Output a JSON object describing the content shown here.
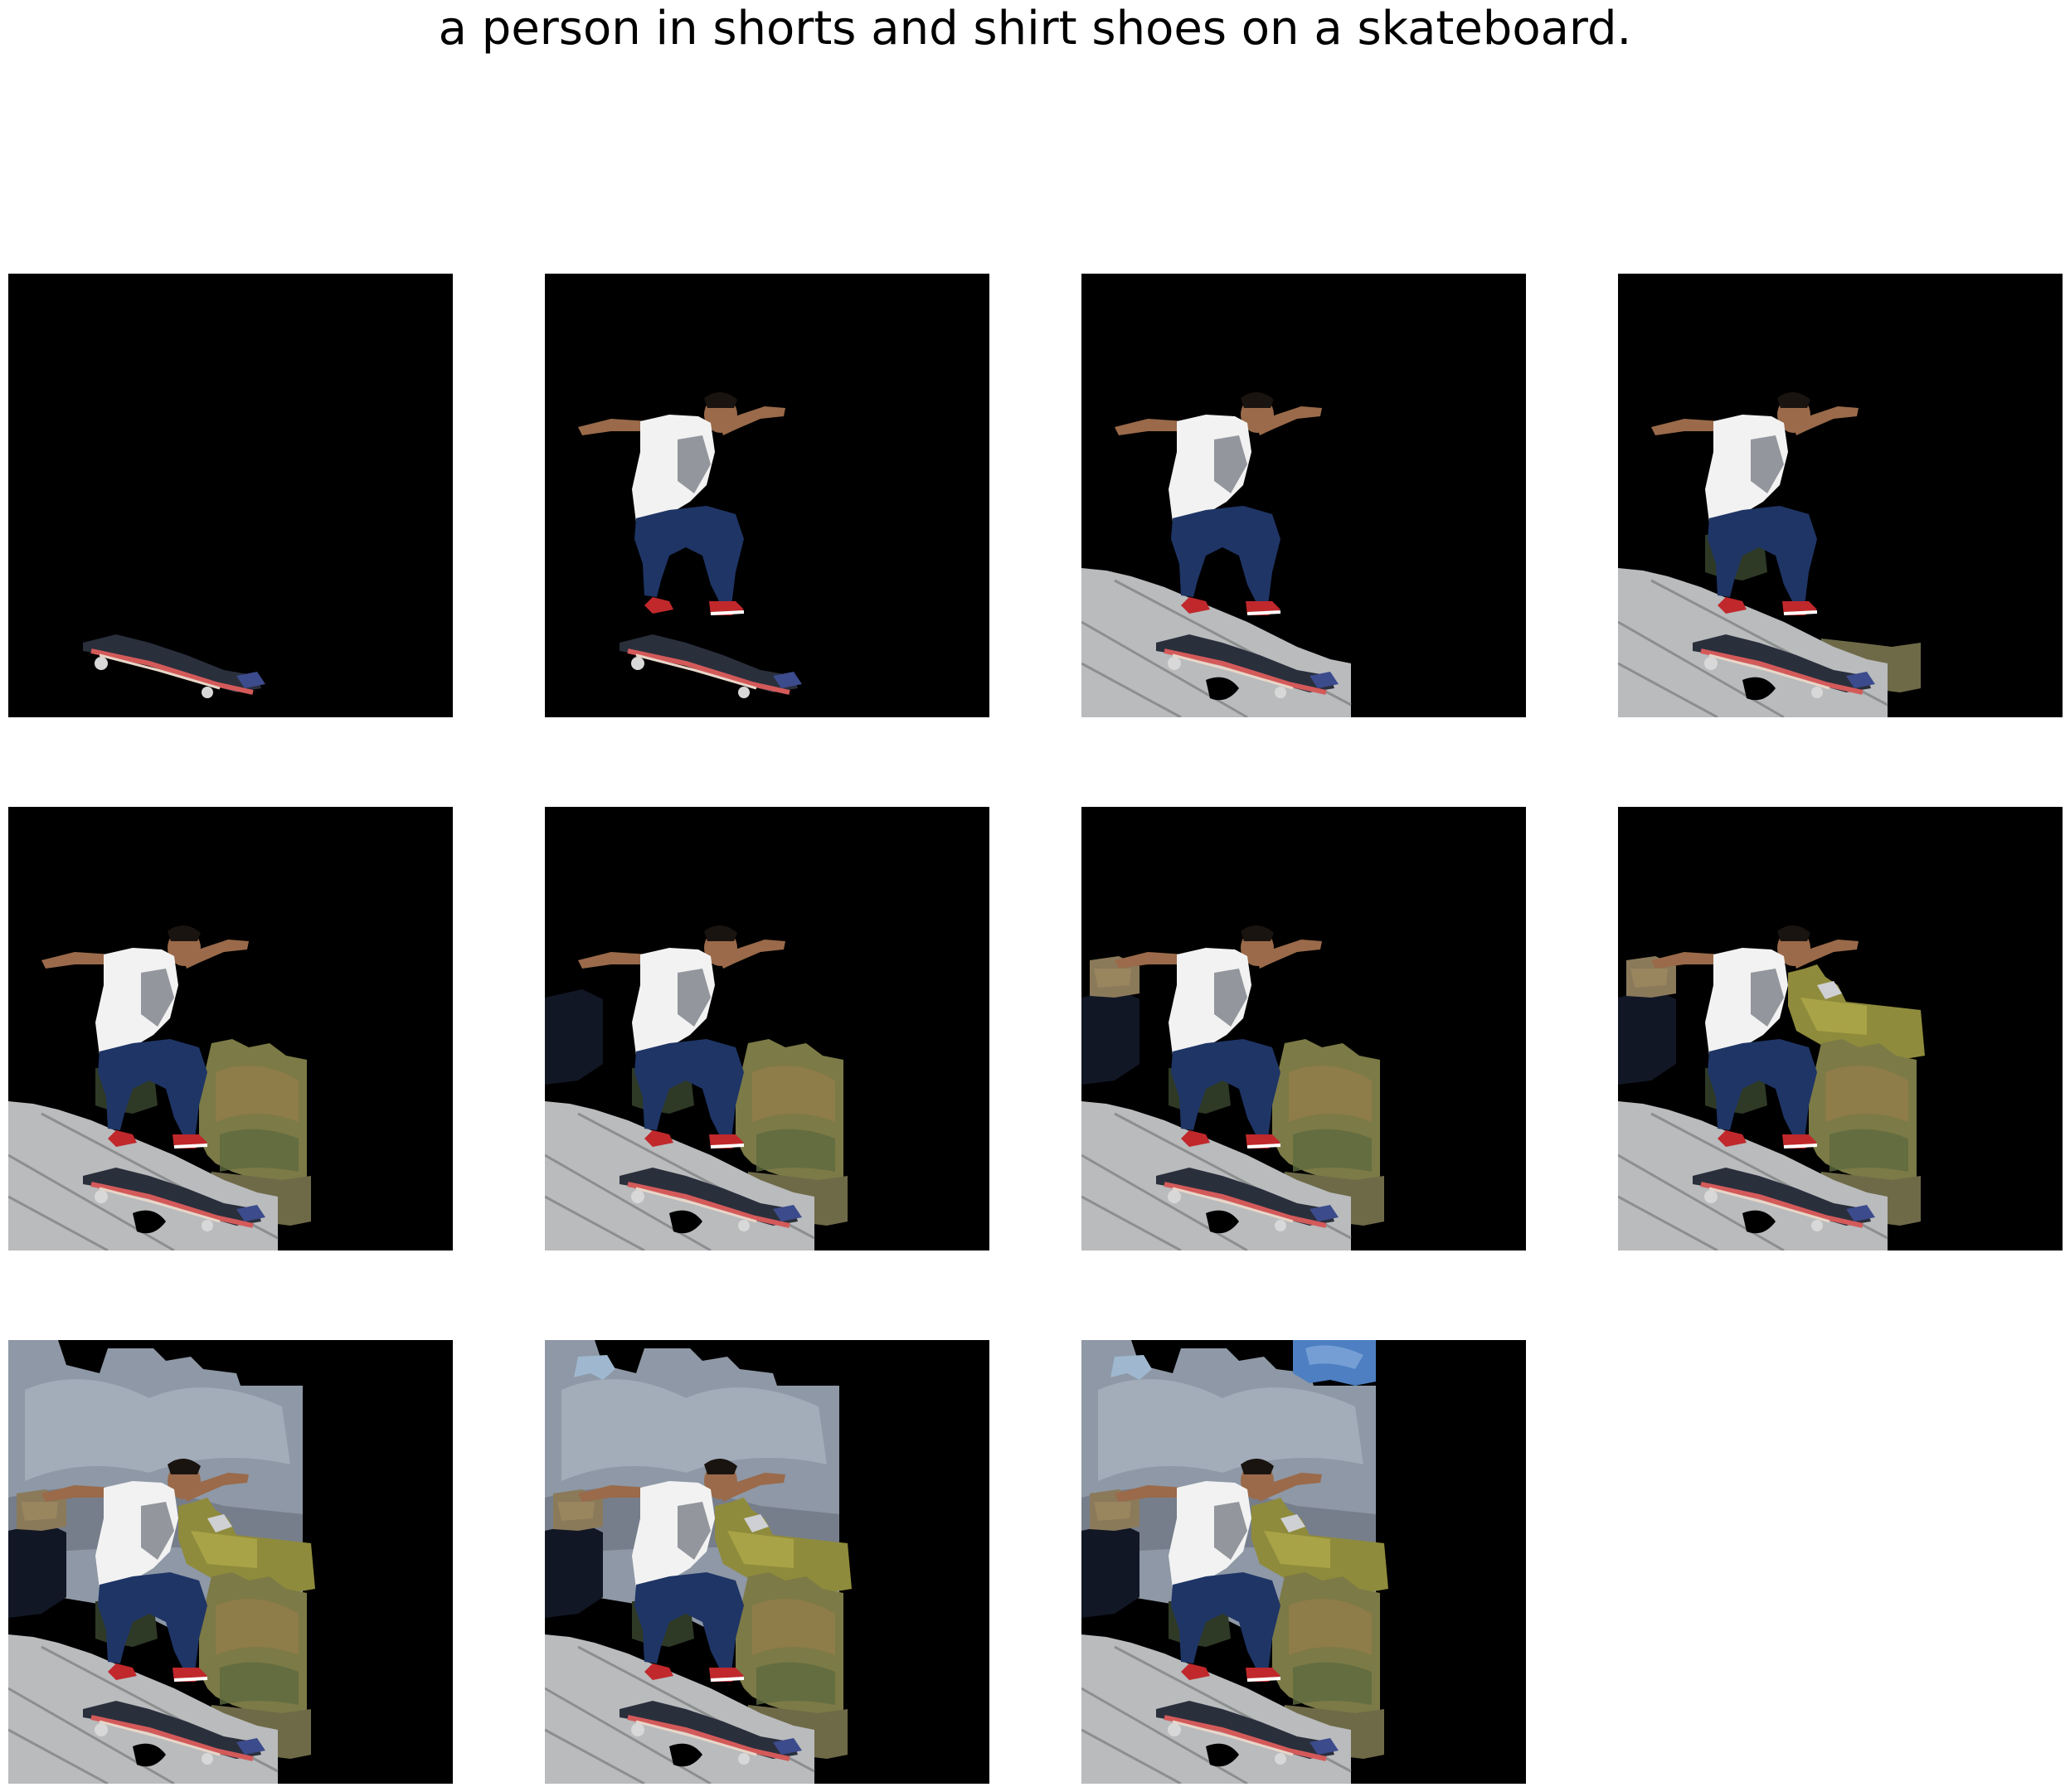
{
  "title": "a person in shorts and shirt shoes on a skateboard.",
  "grid": {
    "rows": 3,
    "columns": 4,
    "panel_count": 11
  },
  "panels": [
    {
      "step": 1,
      "revealed": [
        "skateboard"
      ]
    },
    {
      "step": 2,
      "revealed": [
        "skateboard",
        "person"
      ]
    },
    {
      "step": 3,
      "revealed": [
        "skateboard",
        "person",
        "ground"
      ]
    },
    {
      "step": 4,
      "revealed": [
        "skateboard",
        "person",
        "ground",
        "grass"
      ]
    },
    {
      "step": 5,
      "revealed": [
        "skateboard",
        "person",
        "ground",
        "grass",
        "bush"
      ]
    },
    {
      "step": 6,
      "revealed": [
        "skateboard",
        "person",
        "ground",
        "grass",
        "bush",
        "dark-left"
      ]
    },
    {
      "step": 7,
      "revealed": [
        "skateboard",
        "person",
        "ground",
        "grass",
        "bush",
        "dark-left",
        "tree-left"
      ]
    },
    {
      "step": 8,
      "revealed": [
        "skateboard",
        "person",
        "ground",
        "grass",
        "bush",
        "dark-left",
        "tree-left",
        "tree-right"
      ]
    },
    {
      "step": 9,
      "revealed": [
        "skateboard",
        "person",
        "ground",
        "grass",
        "bush",
        "dark-left",
        "tree-left",
        "tree-right",
        "clouds"
      ]
    },
    {
      "step": 10,
      "revealed": [
        "skateboard",
        "person",
        "ground",
        "grass",
        "bush",
        "dark-left",
        "tree-left",
        "tree-right",
        "clouds",
        "sky-patch-left"
      ]
    },
    {
      "step": 11,
      "revealed": [
        "skateboard",
        "person",
        "ground",
        "grass",
        "bush",
        "dark-left",
        "tree-left",
        "tree-right",
        "clouds",
        "sky-patch-left",
        "blue-sky"
      ]
    }
  ],
  "colors": {
    "background": "#000000",
    "shirt": "#f2f2f2",
    "jeans": "#1f3566",
    "skin": "#9a6a4a",
    "shoes": "#c0282c",
    "deck": "#2a2f3c",
    "ground": "#b9bbbd",
    "grass": "#6e6a48",
    "bush": "#7c7a46",
    "tree": "#8f8b3c",
    "clouds": "#8e98a6",
    "sky": "#4d7fc2"
  }
}
